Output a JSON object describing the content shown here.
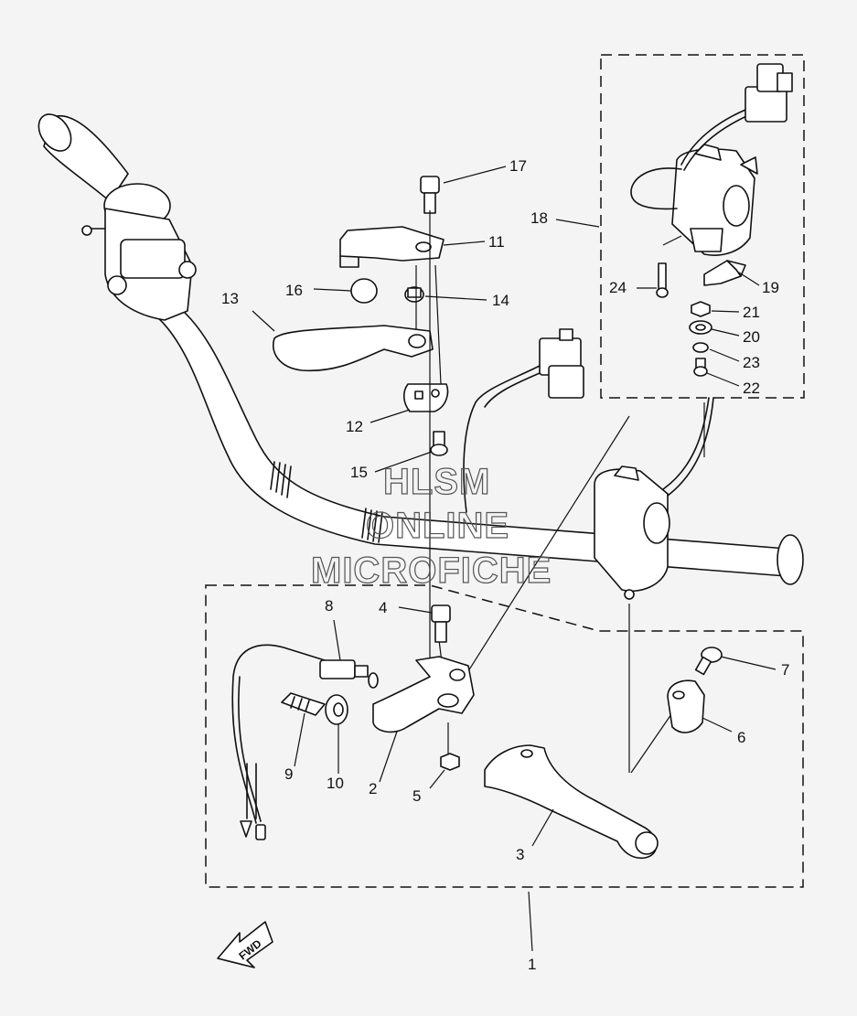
{
  "watermark": {
    "line1": "HLSM",
    "line2": "ONLINE",
    "line3": "MICROFICHE"
  },
  "direction_label": "FWD",
  "callouts": {
    "c1": "1",
    "c2": "2",
    "c3": "3",
    "c4": "4",
    "c5": "5",
    "c6": "6",
    "c7": "7",
    "c8": "8",
    "c9": "9",
    "c10": "10",
    "c11": "11",
    "c12": "12",
    "c13": "13",
    "c14": "14",
    "c15": "15",
    "c16": "16",
    "c17": "17",
    "c18": "18",
    "c19": "19",
    "c20": "20",
    "c21": "21",
    "c22": "22",
    "c23": "23",
    "c24": "24"
  }
}
